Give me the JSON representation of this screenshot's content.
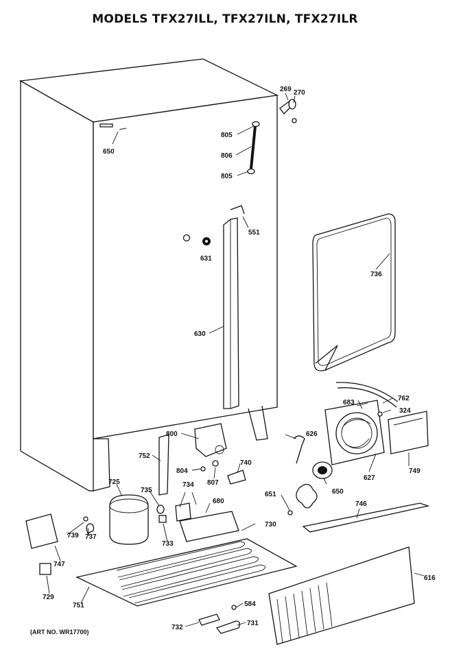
{
  "title": "MODELS TFX27ILL, TFX27ILN, TFX27ILR",
  "art_number": "(ART NO. WR17700)",
  "callouts": [
    {
      "id": "269",
      "text": "269"
    },
    {
      "id": "270",
      "text": "270"
    },
    {
      "id": "805a",
      "text": "805"
    },
    {
      "id": "806",
      "text": "806"
    },
    {
      "id": "805b",
      "text": "805"
    },
    {
      "id": "650",
      "text": "650"
    },
    {
      "id": "551",
      "text": "551"
    },
    {
      "id": "631",
      "text": "631"
    },
    {
      "id": "736",
      "text": "736"
    },
    {
      "id": "630",
      "text": "630"
    },
    {
      "id": "762",
      "text": "762"
    },
    {
      "id": "683",
      "text": "683"
    },
    {
      "id": "324",
      "text": "324"
    },
    {
      "id": "800",
      "text": "800"
    },
    {
      "id": "626",
      "text": "626"
    },
    {
      "id": "752",
      "text": "752"
    },
    {
      "id": "740",
      "text": "740"
    },
    {
      "id": "804",
      "text": "804"
    },
    {
      "id": "807",
      "text": "807"
    },
    {
      "id": "627",
      "text": "627"
    },
    {
      "id": "749",
      "text": "749"
    },
    {
      "id": "725",
      "text": "725"
    },
    {
      "id": "735",
      "text": "735"
    },
    {
      "id": "734",
      "text": "734"
    },
    {
      "id": "651",
      "text": "651"
    },
    {
      "id": "680",
      "text": "680"
    },
    {
      "id": "746",
      "text": "746"
    },
    {
      "id": "730",
      "text": "730"
    },
    {
      "id": "739",
      "text": "739"
    },
    {
      "id": "737",
      "text": "737"
    },
    {
      "id": "733",
      "text": "733"
    },
    {
      "id": "747",
      "text": "747"
    },
    {
      "id": "616",
      "text": "616"
    },
    {
      "id": "729",
      "text": "729"
    },
    {
      "id": "751",
      "text": "751"
    },
    {
      "id": "584",
      "text": "584"
    },
    {
      "id": "732",
      "text": "732"
    },
    {
      "id": "731",
      "text": "731"
    }
  ]
}
